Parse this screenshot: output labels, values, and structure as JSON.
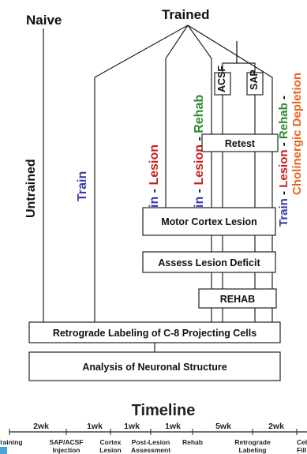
{
  "colors": {
    "train": "#3a3aa8",
    "lesion": "#c81e1e",
    "rehab": "#2e8b2e",
    "cholinergic": "#e8661e",
    "black": "#111111",
    "accent_corner": "#4aa3d8"
  },
  "header": {
    "naive": "Naive",
    "trained": "Trained"
  },
  "groups": {
    "untrained": "Untrained",
    "train": "Train",
    "train_lesion": {
      "train": "Train",
      "sep": " - ",
      "lesion": "Lesion"
    },
    "train_lesion_rehab": {
      "train": "Train",
      "sep1": " - ",
      "lesion": "Lesion",
      "sep2": " - ",
      "rehab": "Rehab"
    },
    "train_lesion_rehab_chol": {
      "train": "Train",
      "sep1": " - ",
      "lesion": "Lesion",
      "sep2": " - ",
      "rehab": "Rehab",
      "sep3": " -",
      "chol": "Cholinergic Depletion"
    }
  },
  "branch_boxes": {
    "acsf": "ACSF",
    "sap": "SAP"
  },
  "steps": {
    "retest": "Retest",
    "motor_cortex_lesion": "Motor Cortex Lesion",
    "assess_lesion_deficit": "Assess Lesion Deficit",
    "rehab": "REHAB",
    "retrograde_labeling": "Retrograde Labeling of C-8 Projecting Cells",
    "analysis": "Analysis of Neuronal Structure"
  },
  "timeline": {
    "title": "Timeline",
    "durations": [
      "2wk",
      "1wk",
      "1wk",
      "1wk",
      "5wk",
      "2wk"
    ],
    "events": [
      {
        "line1": "Training",
        "line2": ""
      },
      {
        "line1": "SAP/ACSF",
        "line2": "Injection"
      },
      {
        "line1": "Cortex",
        "line2": "Lesion"
      },
      {
        "line1": "Post-Lesion",
        "line2": "Assessment"
      },
      {
        "line1": "Rehab",
        "line2": ""
      },
      {
        "line1": "Retrograde",
        "line2": "Labeling"
      },
      {
        "line1": "Cell",
        "line2": "Fill"
      }
    ]
  }
}
